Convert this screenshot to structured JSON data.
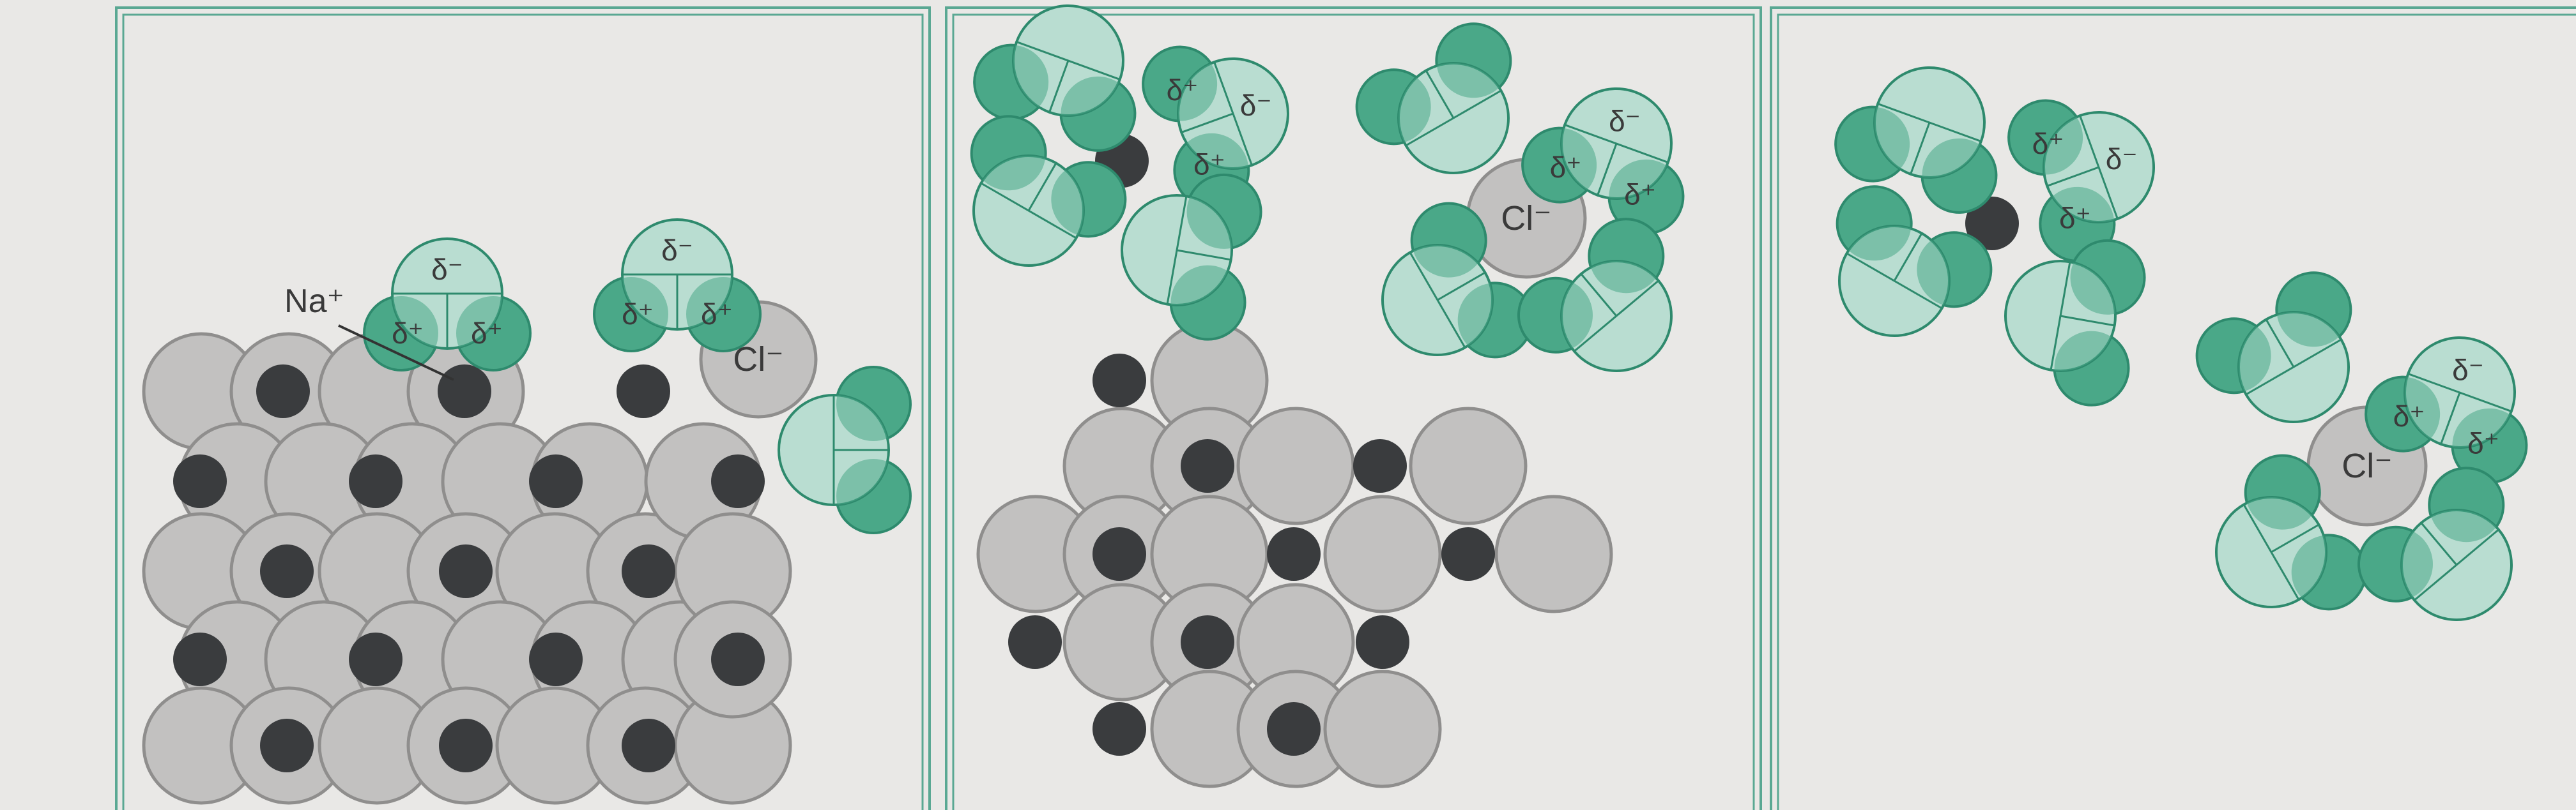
{
  "labels": {
    "sodium_ion": "Na⁺",
    "chloride_ion": "Cl⁻",
    "delta_plus": "δ⁺",
    "delta_minus": "δ⁻"
  },
  "colors": {
    "background": "#e9e8e6",
    "panel_border": "#5aa893",
    "chloride_fill": "#c2c1c0",
    "chloride_stroke": "#8f8e8d",
    "sodium_fill": "#3a3c3e",
    "water_dark": "#4aa888",
    "water_light": "#b9ddd1",
    "water_stroke": "#2e8a6d"
  },
  "panels": [
    {
      "id": "panel-1",
      "description_shown": "NaCl crystal lattice in contact with water molecules"
    },
    {
      "id": "panel-2",
      "description_shown": "Ions being pulled from the lattice by water"
    },
    {
      "id": "panel-3",
      "description_shown": "Separated hydrated ions"
    }
  ]
}
